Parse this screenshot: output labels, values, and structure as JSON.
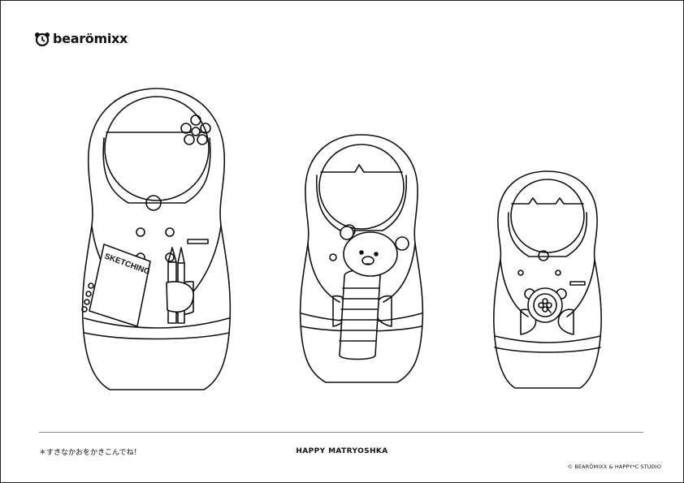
{
  "brand": {
    "name": "bearömixx",
    "logo_icon": "bear-clock-icon"
  },
  "sheet": {
    "title": "HAPPY MATRYOSHKA",
    "note": "＊すきなかおをかきこんでね！",
    "copyright": "© BEARÖMIXX & HAPPY*C STUDIO"
  },
  "dolls": {
    "large": {
      "sketchbook_label": "SKETCHING"
    }
  },
  "colors": {
    "line": "#111111",
    "background": "#ffffff",
    "rule": "#888888"
  }
}
